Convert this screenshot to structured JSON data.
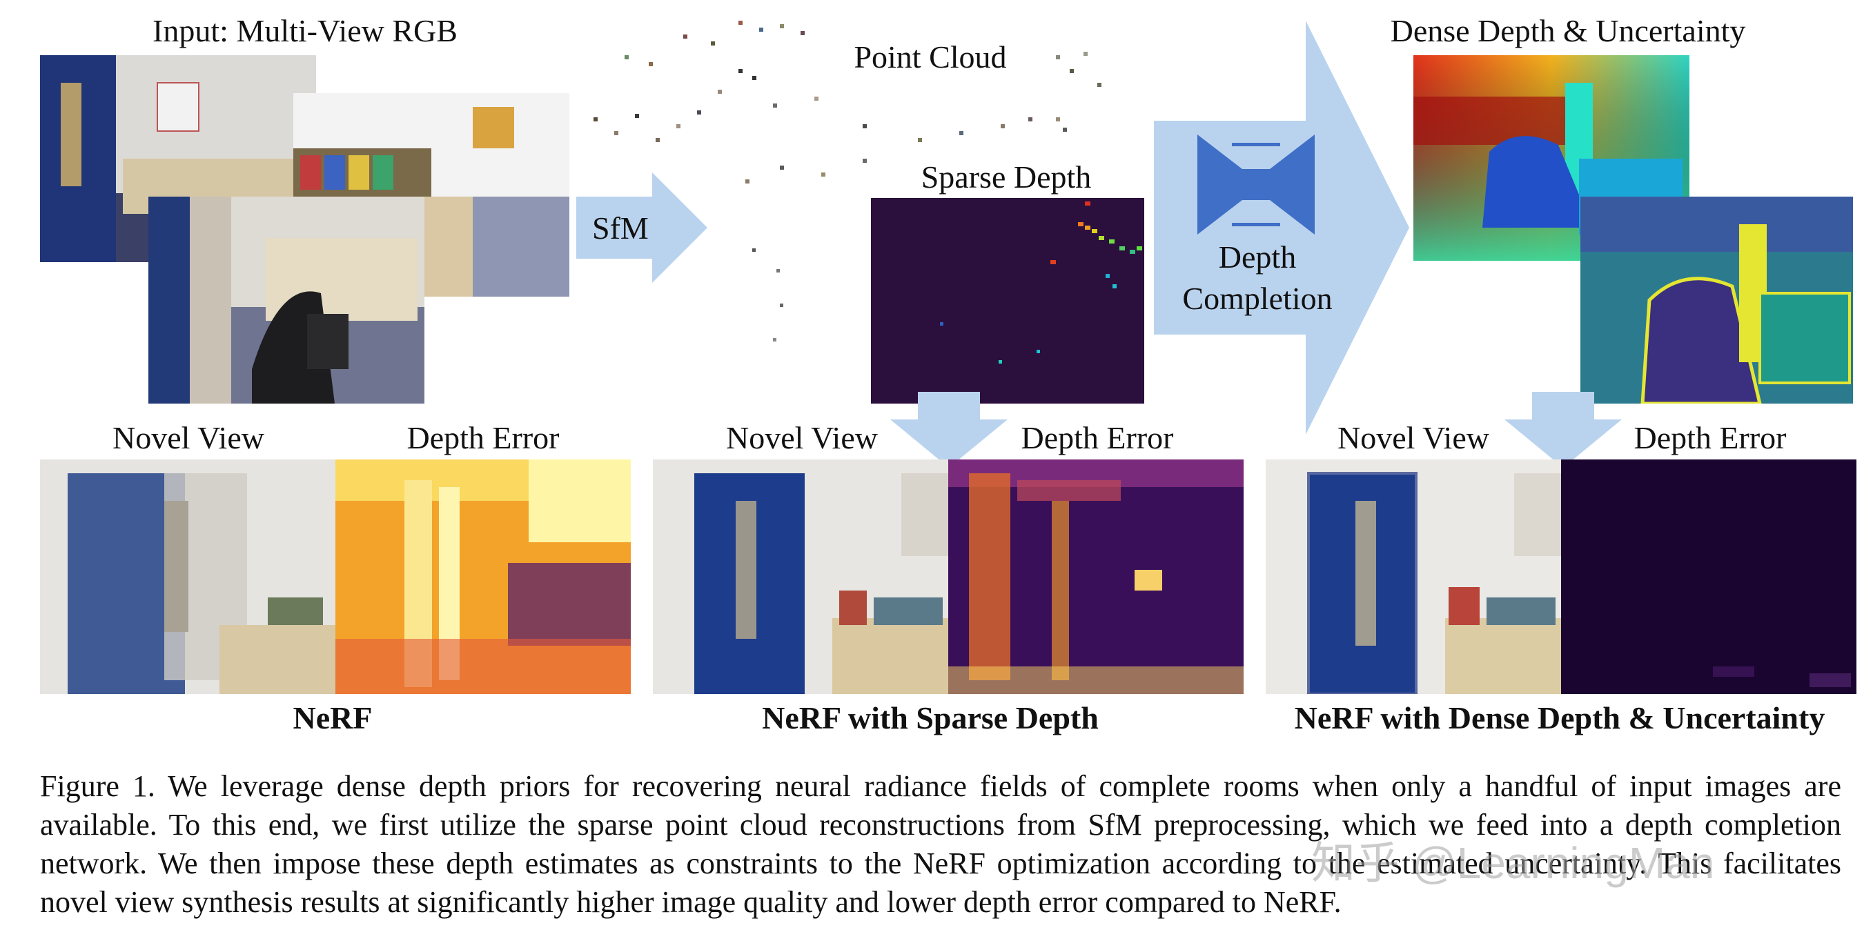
{
  "top": {
    "input_title": "Input: Multi-View RGB",
    "point_cloud_label": "Point Cloud",
    "sfm_label": "SfM",
    "sparse_depth_label": "Sparse Depth",
    "depth_completion_label": [
      "Depth",
      "Completion"
    ],
    "dense_label": "Dense Depth & Uncertainty"
  },
  "columns": [
    {
      "novel_view": "Novel View",
      "depth_error": "Depth Error",
      "method": "NeRF"
    },
    {
      "novel_view": "Novel View",
      "depth_error": "Depth Error",
      "method": "NeRF with Sparse Depth"
    },
    {
      "novel_view": "Novel View",
      "depth_error": "Depth Error",
      "method": "NeRF with Dense Depth & Uncertainty"
    }
  ],
  "caption": "Figure 1.  We leverage dense depth priors for recovering neural radiance fields of complete rooms when only a handful of input images are available.  To this end, we first utilize the sparse point cloud reconstructions from SfM preprocessing, which we feed into a depth completion network. We then impose these depth estimates as constraints to the NeRF optimization according to the estimated uncertainty. This facilitates novel view synthesis results at significantly higher image quality and lower depth error compared to NeRF.",
  "watermark": "知乎 @LearningMan",
  "colors": {
    "arrow": "#b9d3ee",
    "network": "#3f6fc6",
    "sparse_bg": "#2b0f3d",
    "door_blue": "#1d3c8c"
  }
}
